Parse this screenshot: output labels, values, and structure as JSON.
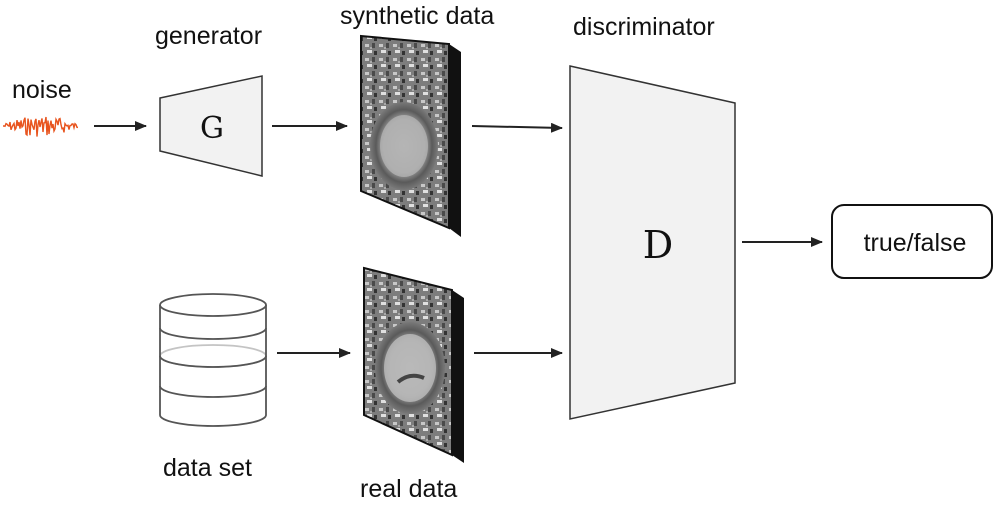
{
  "labels": {
    "noise": "noise",
    "generator": "generator",
    "synthetic_data": "synthetic data",
    "discriminator": "discriminator",
    "data_set": "data set",
    "real_data": "real data",
    "generator_symbol": "G",
    "discriminator_symbol": "D",
    "output": "true/false"
  },
  "colors": {
    "noise_wave": "#e8541e",
    "block_fill": "#f2f2f2",
    "stroke": "#222222",
    "image_frame": "#111111"
  }
}
